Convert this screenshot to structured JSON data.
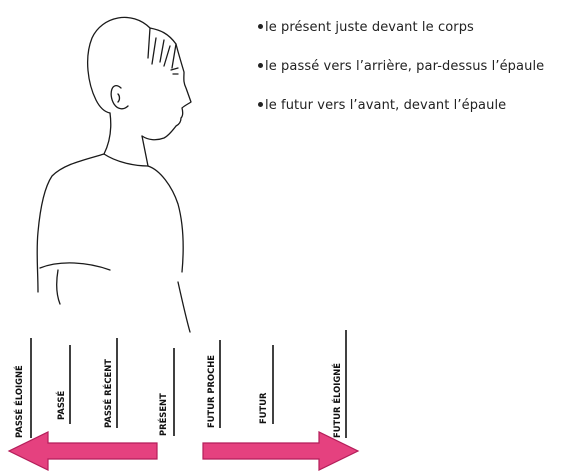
{
  "notes": [
    "le présent juste devant le corps",
    "le passé vers l’arrière, par-dessus l’épaule",
    "le futur vers l’avant, devant l’épaule"
  ],
  "timeline": {
    "labels": [
      "PASSÉ ÉLOIGNÉ",
      "PASSÉ",
      "PASSÉ RÉCENT",
      "PRÉSENT",
      "FUTUR PROCHE",
      "FUTUR",
      "FUTUR ÉLOIGNÉ"
    ]
  },
  "colors": {
    "arrow": "#e5417f",
    "arrow_outline": "#b41e5a",
    "ink": "#111111"
  }
}
